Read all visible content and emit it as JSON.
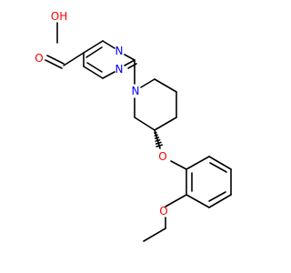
{
  "molecule": {
    "labels": {
      "carboxyl_oh": "OH",
      "carbonyl_o": "O",
      "pyrimidine_n1": "N",
      "pyrimidine_n2": "N",
      "piperidine_n": "N",
      "ether_o_stereo": "O",
      "ether_o_ethoxy": "O"
    },
    "colors": {
      "bond": "#000000",
      "oxygen": "#ff0000",
      "nitrogen": "#0000ff",
      "background": "#ffffff"
    }
  }
}
